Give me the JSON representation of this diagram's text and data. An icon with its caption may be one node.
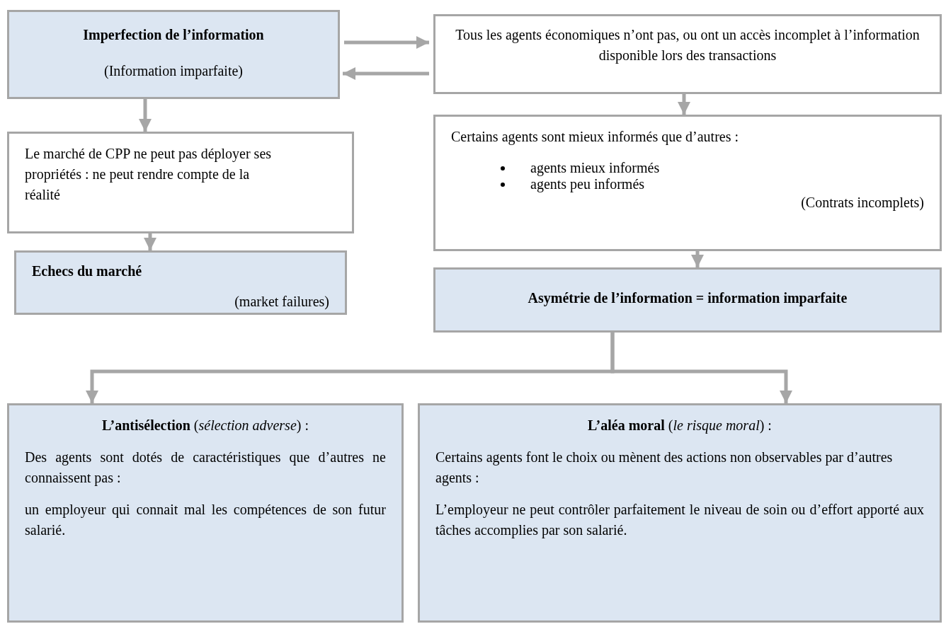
{
  "diagram": {
    "nodes": [
      {
        "text": [
          "Imperfection de l’information",
          "(Information imparfaite)"
        ]
      },
      {
        "text": [
          "Tous les agents économiques n’ont pas, ou ont un accès incomplet à l’information disponible lors des transactions"
        ]
      },
      {
        "text": [
          "Le marché de CPP ne peut pas déployer ses propriétés : ne peut rendre compte de la réalité"
        ]
      },
      {
        "text": [
          "Echecs du marché",
          "(market failures)"
        ]
      },
      {
        "text": [
          "Certains agents sont mieux informés que d’autres :",
          "agents mieux informés",
          "agents peu informés",
          "(Contrats incomplets)"
        ]
      },
      {
        "text": [
          "Asymétrie de l’information = information imparfaite"
        ]
      },
      {
        "text": [
          "**L’antisélection** (*sélection adverse*) :",
          "Des agents sont dotés de caractéristiques que d’autres ne connaissent pas :",
          "un employeur qui connait mal les compétences de son futur salarié."
        ]
      },
      {
        "text": [
          "**L’aléa moral** (*le risque moral*) :",
          "Certains agents font le choix ou mènent des actions non observables par d’autres agents :",
          "L’employeur ne peut contrôler parfaitement le niveau de soin ou d’effort apporté aux tâches accomplies par son salarié."
        ]
      }
    ],
    "edges": [
      {
        "from": 0,
        "to": 1,
        "arrow": "to"
      },
      {
        "from": 1,
        "to": 0,
        "arrow": "to"
      },
      {
        "from": 0,
        "to": 2,
        "arrow": "to"
      },
      {
        "from": 1,
        "to": 4,
        "arrow": "to"
      },
      {
        "from": 2,
        "to": 3,
        "arrow": "to"
      },
      {
        "from": 4,
        "to": 5,
        "arrow": "to"
      },
      {
        "from": 5,
        "to": 6,
        "arrow": "to"
      },
      {
        "from": 5,
        "to": 7,
        "arrow": "to"
      }
    ]
  }
}
